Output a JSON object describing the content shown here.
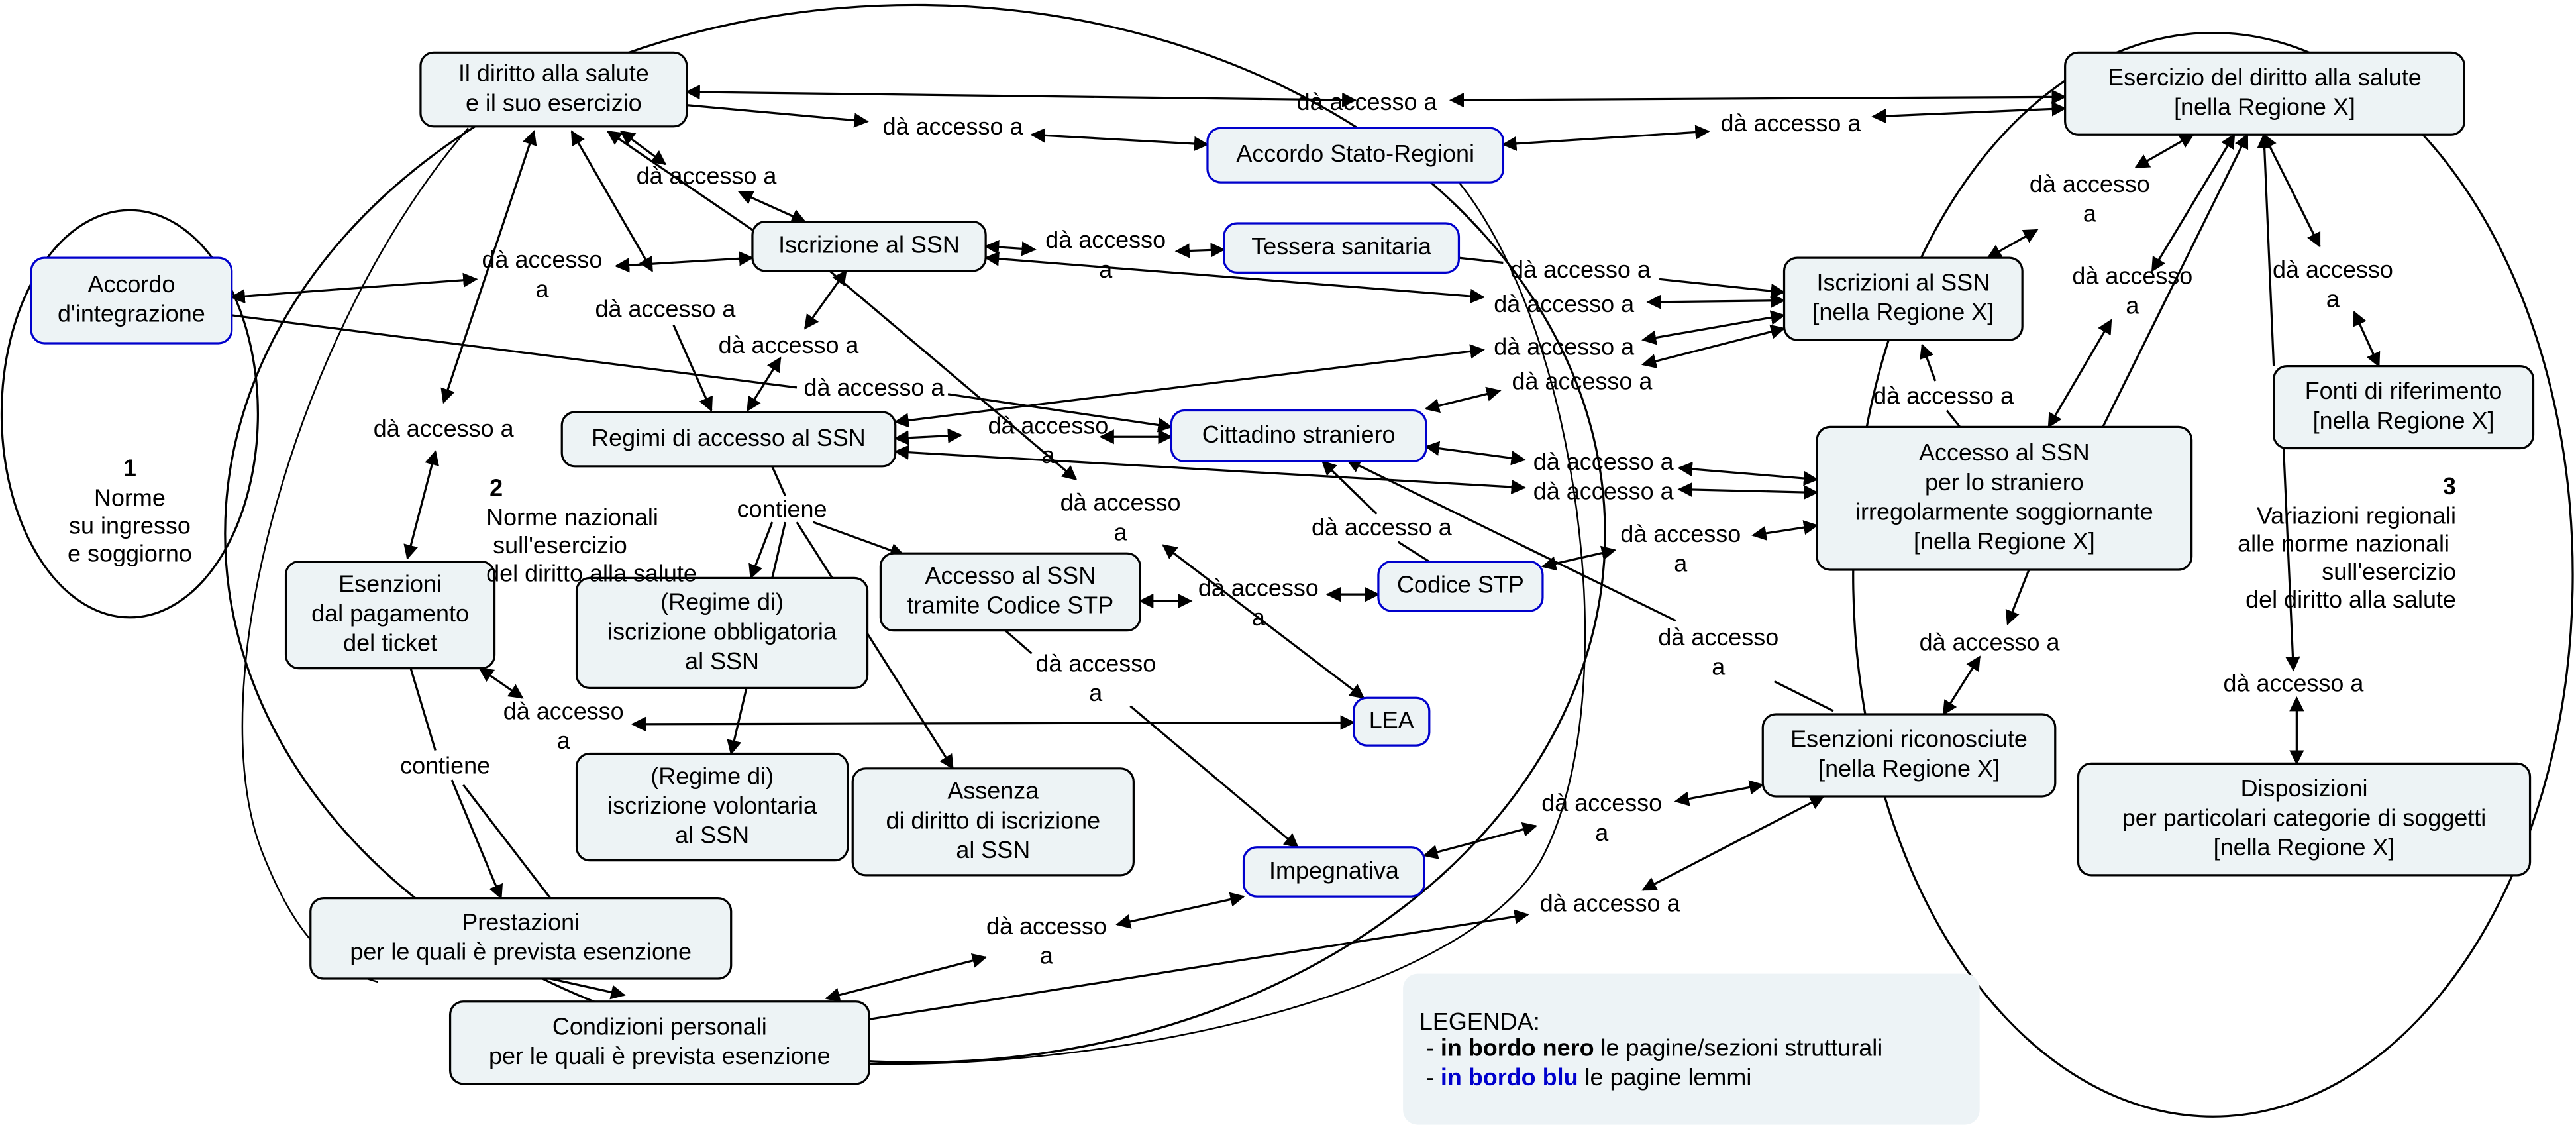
{
  "colors": {
    "node_fill": "#edf3f5",
    "structural_border": "#000000",
    "lemma_border": "#0000cc",
    "legend_fill": "#edf3f6"
  },
  "nodes": [
    {
      "id": "diritto",
      "lines": [
        "Il diritto alla salute",
        "e il suo esercizio"
      ],
      "border": "black"
    },
    {
      "id": "stato_regioni",
      "lines": [
        "Accordo Stato-Regioni"
      ],
      "border": "blue"
    },
    {
      "id": "esercizio_regione",
      "lines": [
        "Esercizio del diritto alla salute",
        "[nella Regione X]"
      ],
      "border": "black"
    },
    {
      "id": "accordo_integrazione",
      "lines": [
        "Accordo",
        "d'integrazione"
      ],
      "border": "blue"
    },
    {
      "id": "iscrizione_ssn",
      "lines": [
        "Iscrizione al SSN"
      ],
      "border": "black"
    },
    {
      "id": "tessera",
      "lines": [
        "Tessera sanitaria"
      ],
      "border": "blue"
    },
    {
      "id": "iscrizioni_regione",
      "lines": [
        "Iscrizioni al SSN",
        "[nella Regione X]"
      ],
      "border": "black"
    },
    {
      "id": "regimi",
      "lines": [
        "Regimi di accesso al SSN"
      ],
      "border": "black"
    },
    {
      "id": "cittadino",
      "lines": [
        "Cittadino straniero"
      ],
      "border": "blue"
    },
    {
      "id": "fonti",
      "lines": [
        "Fonti di riferimento",
        "[nella Regione X]"
      ],
      "border": "black"
    },
    {
      "id": "accesso_irregolare",
      "lines": [
        "Accesso al SSN",
        "per lo straniero",
        "irregolarmente soggiornante",
        "[nella Regione X]"
      ],
      "border": "black"
    },
    {
      "id": "esenzioni_ticket",
      "lines": [
        "Esenzioni",
        "dal pagamento",
        "del ticket"
      ],
      "border": "black"
    },
    {
      "id": "regime_obbligatoria",
      "lines": [
        "(Regime di)",
        "iscrizione obbligatoria",
        "al SSN"
      ],
      "border": "black"
    },
    {
      "id": "accesso_stp",
      "lines": [
        "Accesso al SSN",
        "tramite Codice STP"
      ],
      "border": "black"
    },
    {
      "id": "codice_stp",
      "lines": [
        "Codice STP"
      ],
      "border": "blue"
    },
    {
      "id": "lea",
      "lines": [
        "LEA"
      ],
      "border": "blue"
    },
    {
      "id": "esenzioni_regione",
      "lines": [
        "Esenzioni riconosciute",
        "[nella Regione X]"
      ],
      "border": "black"
    },
    {
      "id": "disposizioni",
      "lines": [
        "Disposizioni",
        "per particolari categorie di soggetti",
        "[nella Regione X]"
      ],
      "border": "black"
    },
    {
      "id": "regime_volontaria",
      "lines": [
        "(Regime di)",
        "iscrizione volontaria",
        "al SSN"
      ],
      "border": "black"
    },
    {
      "id": "assenza",
      "lines": [
        "Assenza",
        "di diritto di iscrizione",
        "al SSN"
      ],
      "border": "black"
    },
    {
      "id": "impegnativa",
      "lines": [
        "Impegnativa"
      ],
      "border": "blue"
    },
    {
      "id": "prestazioni",
      "lines": [
        "Prestazioni",
        "per le quali è prevista esenzione"
      ],
      "border": "black"
    },
    {
      "id": "condizioni",
      "lines": [
        "Condizioni personali",
        "per le quali è prevista esenzione"
      ],
      "border": "black"
    }
  ],
  "link_labels": [
    [
      "dà accesso a"
    ],
    [
      "dà accesso a"
    ],
    [
      "dà accesso a"
    ],
    [
      "dà accesso a"
    ],
    [
      "dà accesso",
      "a"
    ],
    [
      "dà accesso",
      "a"
    ],
    [
      "dà accesso a"
    ],
    [
      "dà accesso a"
    ],
    [
      "dà accesso a"
    ],
    [
      "dà accesso a"
    ],
    [
      "dà accesso a"
    ],
    [
      "dà accesso a"
    ],
    [
      "dà accesso a"
    ],
    [
      "dà accesso a"
    ],
    [
      "dà accesso",
      "a"
    ],
    [
      "dà accesso",
      "a"
    ],
    [
      "dà accesso",
      "a"
    ],
    [
      "dà accesso a"
    ],
    [
      "dà accesso",
      "a"
    ],
    [
      "dà accesso",
      "a"
    ],
    [
      "dà accesso a"
    ],
    [
      "dà accesso a"
    ],
    [
      "dà accesso",
      "a"
    ],
    [
      "dà accesso a"
    ],
    [
      "dà accesso",
      "a"
    ],
    [
      "dà accesso",
      "a"
    ],
    [
      "dà accesso",
      "a"
    ],
    [
      "dà accesso a"
    ],
    [
      "dà accesso a"
    ],
    [
      "dà accesso",
      "a"
    ],
    [
      "dà accesso",
      "a"
    ],
    [
      "dà accesso a"
    ],
    [
      "dà accesso",
      "a"
    ],
    [
      "contiene"
    ],
    [
      "contiene"
    ]
  ],
  "sections": [
    {
      "number": "1",
      "lines": [
        "Norme",
        "su ingresso",
        "e soggiorno"
      ]
    },
    {
      "number": "2",
      "lines": [
        "Norme nazionali",
        " sull'esercizio",
        "del diritto alla salute"
      ]
    },
    {
      "number": "3",
      "lines": [
        "Variazioni regionali",
        "alle norme nazionali ",
        "sull'esercizio",
        "del diritto alla salute"
      ]
    }
  ],
  "legend": {
    "title": "LEGENDA:",
    "dash": " - ",
    "black_label": "in bordo nero",
    "black_desc": " le pagine/sezioni strutturali",
    "blue_label": "in bordo blu",
    "blue_desc": " le pagine lemmi"
  }
}
